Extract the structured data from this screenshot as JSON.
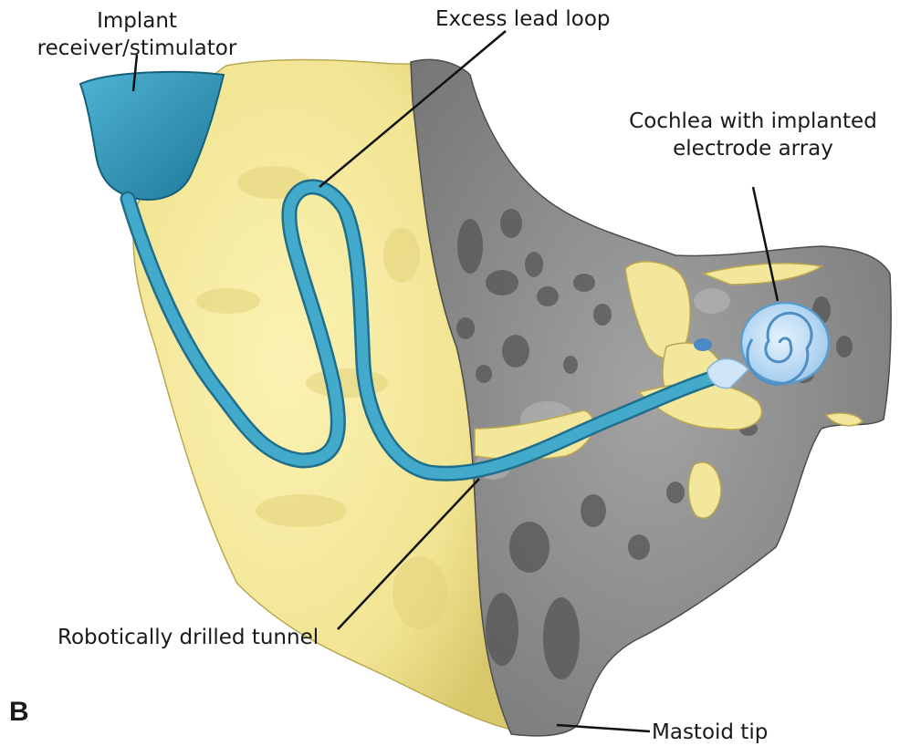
{
  "labels": {
    "implant_line1": "Implant",
    "implant_line2": "receiver/stimulator",
    "excess_lead_loop": "Excess lead loop",
    "cochlea_line1": "Cochlea with implanted",
    "cochlea_line2": "electrode array",
    "tunnel": "Robotically drilled tunnel",
    "mastoid_tip": "Mastoid tip",
    "panel_letter": "B"
  },
  "colors": {
    "bone_surface": "#f2e79a",
    "bone_cut_section": "#8c8c8c",
    "implant_lead": "#3aa0c2",
    "cochlea": "#b8daf5",
    "leader_line": "#111111"
  }
}
